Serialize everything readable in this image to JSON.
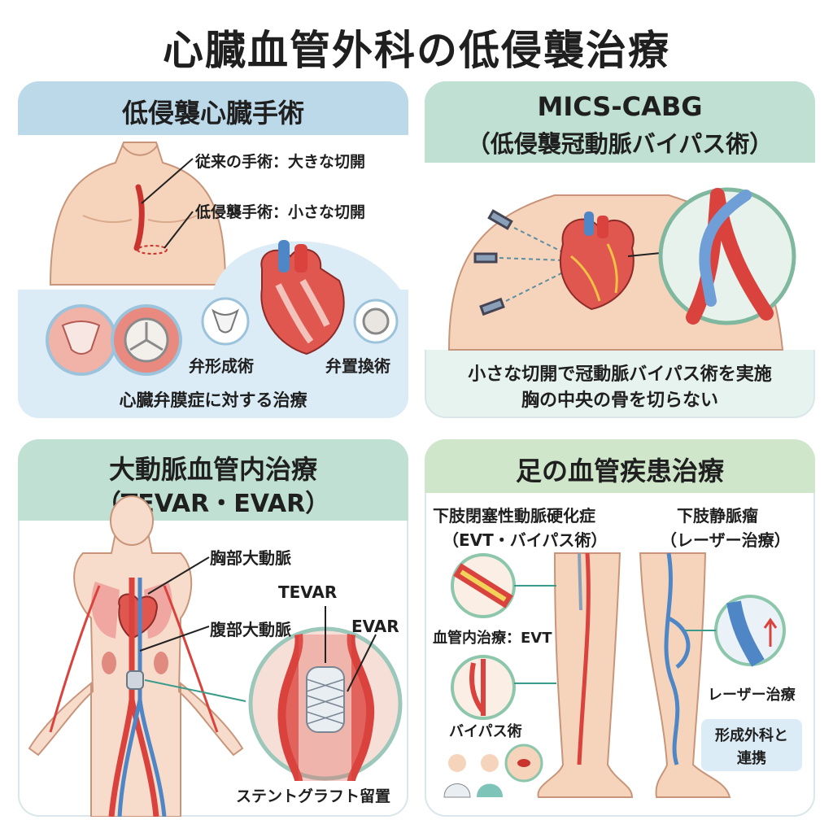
{
  "title": "心臓血管外科の低侵襲治療",
  "colors": {
    "blue_head": "#bcd9ea",
    "green_head": "#bfe0d3",
    "lightgreen_head": "#cfe6cb",
    "skin": "#f6d4bb",
    "artery": "#d9423d",
    "vein": "#4f86c6"
  },
  "panel1": {
    "heading": "低侵襲心臓手術",
    "label_conventional": "従来の手術：大きな切開",
    "label_minimal": "低侵襲手術：小さな切開",
    "label_plasty": "弁形成術",
    "label_replacement": "弁置換術",
    "caption": "心臓弁膜症に対する治療"
  },
  "panel2": {
    "heading_line1": "MICS-CABG",
    "heading_line2": "（低侵襲冠動脈バイパス術）",
    "caption_line1": "小さな切開で冠動脈バイパス術を実施",
    "caption_line2": "胸の中央の骨を切らない"
  },
  "panel3": {
    "heading_line1": "大動脈血管内治療",
    "heading_line2": "（TEVAR・EVAR）",
    "label_thoracic": "胸部大動脈",
    "label_abdominal": "腹部大動脈",
    "label_tevar": "TEVAR",
    "label_evar": "EVAR",
    "label_stentgraft": "ステントグラフト留置"
  },
  "panel4": {
    "heading": "足の血管疾患治療",
    "left_title_line1": "下肢閉塞性動脈硬化症",
    "left_title_line2": "（EVT・バイパス術）",
    "right_title_line1": "下肢静脈瘤",
    "right_title_line2": "（レーザー治療）",
    "label_evt": "血管内治療：EVT",
    "label_bypass": "バイパス術",
    "label_laser": "レーザー治療",
    "collab_line1": "形成外科と",
    "collab_line2": "連携"
  }
}
